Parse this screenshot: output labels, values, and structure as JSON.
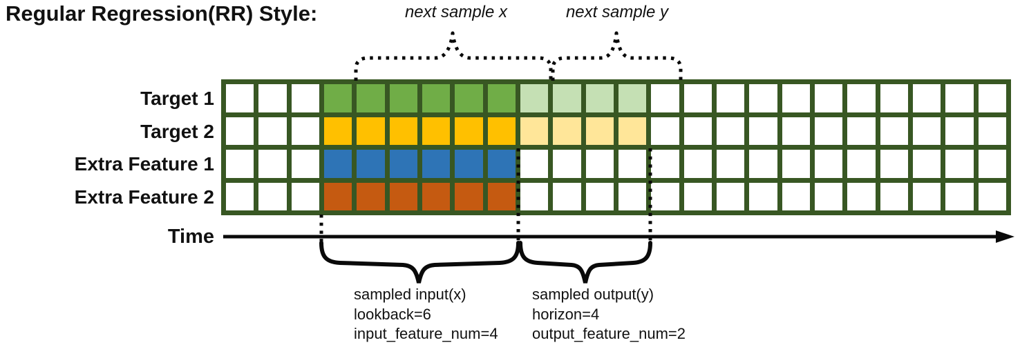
{
  "title": "Regular Regression(RR) Style:",
  "top_annotations": {
    "next_sample_x": "next sample x",
    "next_sample_y": "next sample y"
  },
  "rows": [
    {
      "label": "Target 1",
      "input_color": "#70AD47",
      "output_color": "#C5E0B4"
    },
    {
      "label": "Target 2",
      "input_color": "#FFC000",
      "output_color": "#FFE699"
    },
    {
      "label": "Extra Feature 1",
      "input_color": "#2E74B6",
      "output_color": ""
    },
    {
      "label": "Extra Feature 2",
      "input_color": "#C55A11",
      "output_color": ""
    }
  ],
  "grid": {
    "total_columns": 24,
    "input_start_column": 3,
    "lookback": 6,
    "horizon": 4,
    "border_color": "#385723",
    "empty_cell_color": "#FFFFFF"
  },
  "time_axis": {
    "label": "Time"
  },
  "bottom_annotations": {
    "input": {
      "lines": [
        "sampled input(x)",
        "lookback=6",
        "input_feature_num=4"
      ]
    },
    "output": {
      "lines": [
        "sampled output(y)",
        "horizon=4",
        "output_feature_num=2"
      ]
    }
  },
  "line_color": "#0a0a0a"
}
